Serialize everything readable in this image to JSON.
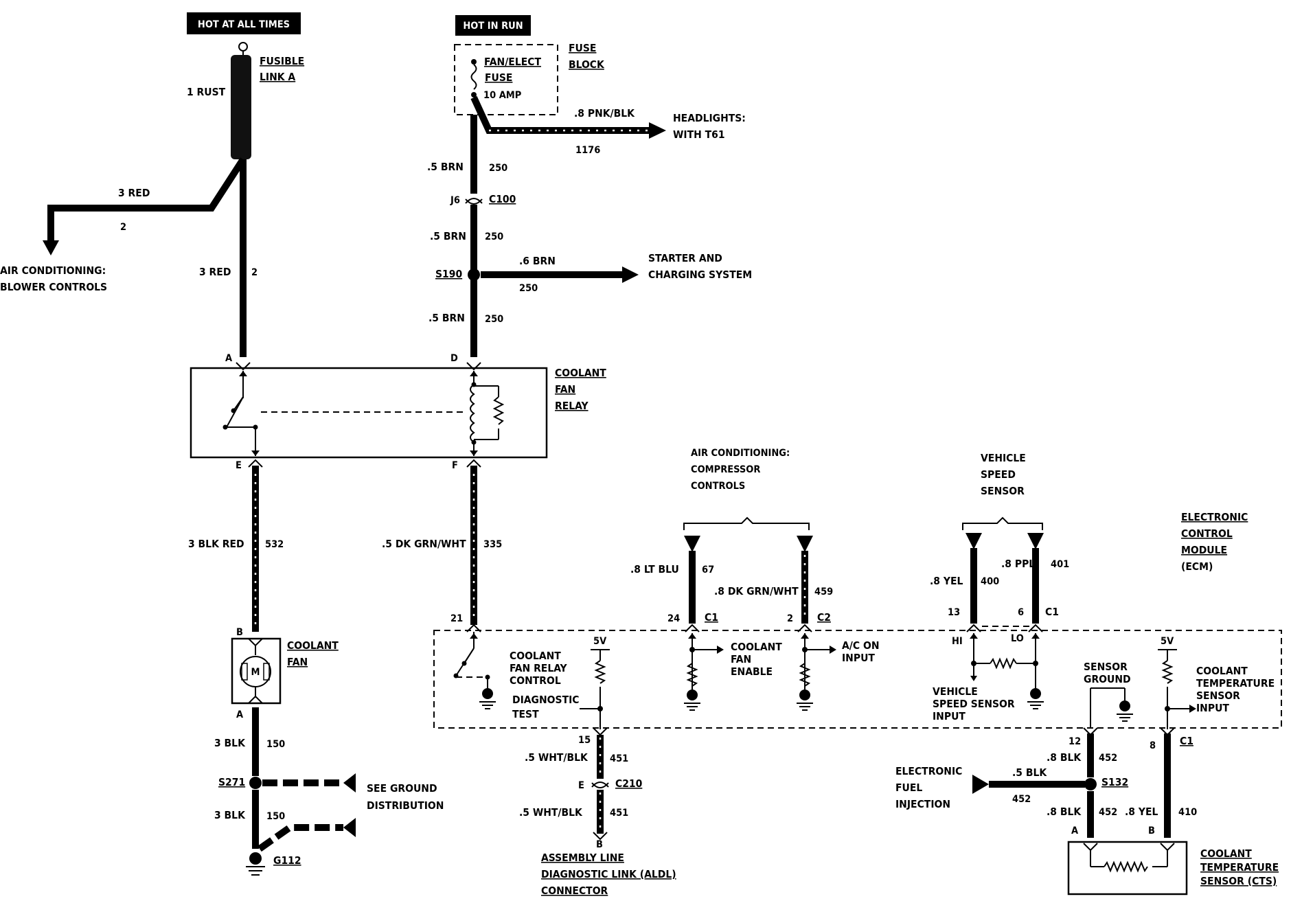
{
  "sources": {
    "hot_at_all_times": "HOT AT ALL TIMES",
    "hot_in_run": "HOT IN RUN"
  },
  "fusible_link": {
    "line1": "FUSIBLE",
    "line2": "LINK A"
  },
  "fuse_block": {
    "line1": "FUSE",
    "line2": "BLOCK",
    "fuse_line1": "FAN/ELECT",
    "fuse_line2": "FUSE",
    "fuse_amps": "10 AMP"
  },
  "headlights": {
    "line1": "HEADLIGHTS:",
    "line2": "WITH T61"
  },
  "starter": {
    "line1": "STARTER AND",
    "line2": "CHARGING SYSTEM"
  },
  "ac_blower": {
    "line1": "AIR CONDITIONING:",
    "line2": "BLOWER CONTROLS"
  },
  "wires": {
    "rust1": "1 RUST",
    "red3_a": "3 RED",
    "circ2_a": "2",
    "red3_b": "3 RED",
    "circ2_b": "2",
    "brn_a": ".5 BRN",
    "c250_a": "250",
    "brn_b": ".5 BRN",
    "c250_b": "250",
    "brn_c": ".5 BRN",
    "c250_c": "250",
    "brn6": ".6 BRN",
    "c250_d": "250",
    "pnkblk": ".8 PNK/BLK",
    "c1176": "1176",
    "blkred": "3 BLK RED",
    "c532": "532",
    "dkgrnwht": ".5 DK GRN/WHT",
    "c335": "335",
    "blk150_a": "3 BLK",
    "c150_a": "150",
    "blk150_b": "3 BLK",
    "c150_b": "150",
    "ltblu": ".8 LT BLU",
    "c67": "67",
    "dkgrnwht8": ".8 DK GRN/WHT",
    "c459": "459",
    "yel400": ".8 YEL",
    "c400": "400",
    "ppl401": ".8 PPL",
    "c401": "401",
    "whtblk_a": ".5 WHT/BLK",
    "c451_a": "451",
    "whtblk_b": ".5 WHT/BLK",
    "c451_b": "451",
    "blk452_a": ".8 BLK",
    "c452_a": "452",
    "blk452_b": ".5 BLK",
    "c452_b": "452",
    "blk452_c": ".8 BLK",
    "c452_c": "452",
    "yel410": ".8 YEL",
    "c410": "410"
  },
  "connectors": {
    "j6": "J6",
    "c100": "C100",
    "s190": "S190",
    "a": "A",
    "d": "D",
    "e": "E",
    "f": "F",
    "b_fan": "B",
    "a_fan": "A",
    "s271": "S271",
    "g112": "G112",
    "p21": "21",
    "p24": "24",
    "c1_a": "C1",
    "p2": "2",
    "c2": "C2",
    "p13": "13",
    "p6": "6",
    "c1_b": "C1",
    "p15": "15",
    "e_c210": "E",
    "c210": "C210",
    "b_aldl": "B",
    "p12": "12",
    "p8": "8",
    "c1_c": "C1",
    "s132": "S132",
    "a_cts": "A",
    "b_cts": "B"
  },
  "relay": {
    "line1": "COOLANT",
    "line2": "FAN",
    "line3": "RELAY"
  },
  "coolant_fan": {
    "line1": "COOLANT",
    "line2": "FAN",
    "motor": "M"
  },
  "ground_dist": {
    "line1": "SEE GROUND",
    "line2": "DISTRIBUTION"
  },
  "ac_compressor": {
    "line1": "AIR CONDITIONING:",
    "line2": "COMPRESSOR",
    "line3": "CONTROLS"
  },
  "vss": {
    "line1": "VEHICLE",
    "line2": "SPEED",
    "line3": "SENSOR"
  },
  "ecm": {
    "line1": "ELECTRONIC",
    "line2": "CONTROL",
    "line3": "MODULE",
    "line4": "(ECM)"
  },
  "ecm_internal": {
    "relay_ctrl1": "COOLANT",
    "relay_ctrl2": "FAN RELAY",
    "relay_ctrl3": "CONTROL",
    "v5_a": "5V",
    "diag1": "DIAGNOSTIC",
    "diag2": "TEST",
    "enable1": "COOLANT",
    "enable2": "FAN",
    "enable3": "ENABLE",
    "acon1": "A/C ON",
    "acon2": "INPUT",
    "hi": "HI",
    "lo": "LO",
    "vssin1": "VEHICLE",
    "vssin2": "SPEED SENSOR",
    "vssin3": "INPUT",
    "sg1": "SENSOR",
    "sg2": "GROUND",
    "v5_b": "5V",
    "cts1": "COOLANT",
    "cts2": "TEMPERATURE",
    "cts3": "SENSOR",
    "cts4": "INPUT"
  },
  "efi": {
    "line1": "ELECTRONIC",
    "line2": "FUEL",
    "line3": "INJECTION"
  },
  "aldl": {
    "line1": "ASSEMBLY LINE",
    "line2": "DIAGNOSTIC LINK (ALDL)",
    "line3": "CONNECTOR"
  },
  "cts": {
    "line1": "COOLANT",
    "line2": "TEMPERATURE",
    "line3": "SENSOR (CTS)"
  }
}
